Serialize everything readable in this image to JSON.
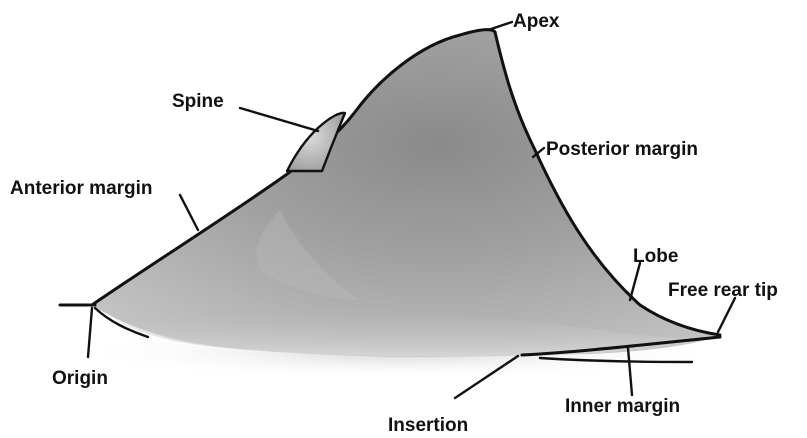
{
  "labels": {
    "apex": "Apex",
    "spine": "Spine",
    "posterior_margin": "Posterior margin",
    "anterior_margin": "Anterior margin",
    "lobe": "Lobe",
    "free_rear_tip": "Free rear tip",
    "origin": "Origin",
    "insertion": "Insertion",
    "inner_margin": "Inner margin"
  },
  "colors": {
    "fin_dark": "#7a7a7a",
    "fin_mid": "#a3a3a3",
    "fin_light": "#c9c9c9",
    "outline": "#111111"
  }
}
